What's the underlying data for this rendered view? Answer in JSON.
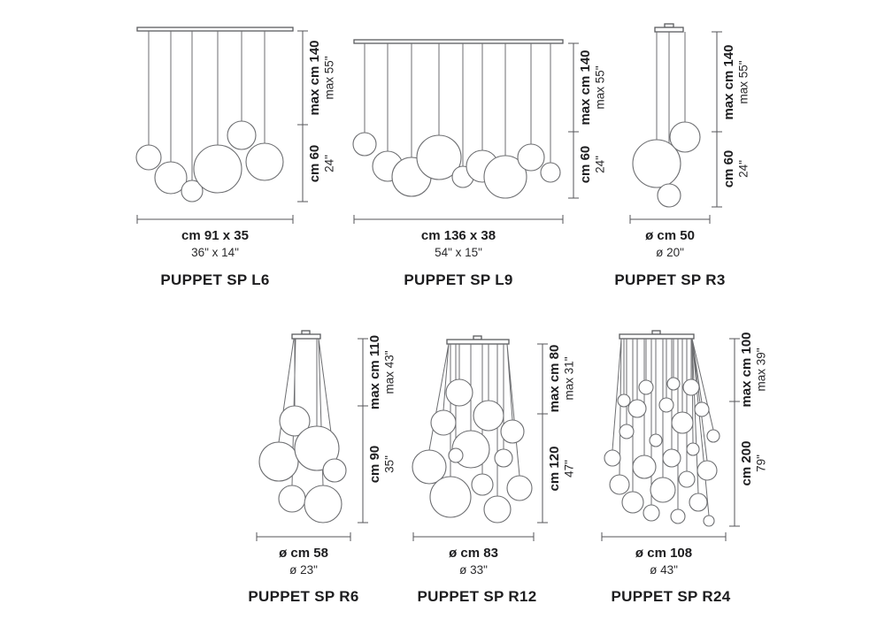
{
  "sheet": {
    "background": "#ffffff",
    "line_color": "#6d6e71",
    "text_color": "#1d1d1f"
  },
  "lamps": [
    {
      "id": "puppet-sp-l6",
      "title": "PUPPET SP L6",
      "height_total_cm": "max cm 140",
      "height_total_in": "max 55\"",
      "height_cluster_cm": "cm 60",
      "height_cluster_in": "24\"",
      "width_cm": "cm 91 x 35",
      "width_in": "36\" x 14\""
    },
    {
      "id": "puppet-sp-l9",
      "title": "PUPPET SP L9",
      "height_total_cm": "max cm 140",
      "height_total_in": "max 55\"",
      "height_cluster_cm": "cm 60",
      "height_cluster_in": "24\"",
      "width_cm": "cm 136 x 38",
      "width_in": "54\" x 15\""
    },
    {
      "id": "puppet-sp-r3",
      "title": "PUPPET SP R3",
      "height_total_cm": "max cm 140",
      "height_total_in": "max 55\"",
      "height_cluster_cm": "cm 60",
      "height_cluster_in": "24\"",
      "width_cm": "ø cm 50",
      "width_in": "ø 20\""
    },
    {
      "id": "puppet-sp-r6",
      "title": "PUPPET SP R6",
      "height_total_cm": "max cm 110",
      "height_total_in": "max 43\"",
      "height_cluster_cm": "cm 90",
      "height_cluster_in": "35\"",
      "width_cm": "ø cm 58",
      "width_in": "ø 23\""
    },
    {
      "id": "puppet-sp-r12",
      "title": "PUPPET SP R12",
      "height_total_cm": "max cm 80",
      "height_total_in": "max 31\"",
      "height_cluster_cm": "cm 120",
      "height_cluster_in": "47\"",
      "width_cm": "ø cm 83",
      "width_in": "ø 33\""
    },
    {
      "id": "puppet-sp-r24",
      "title": "PUPPET SP R24",
      "height_total_cm": "max cm 100",
      "height_total_in": "max 39\"",
      "height_cluster_cm": "cm 200",
      "height_cluster_in": "79\"",
      "width_cm": "ø cm 108",
      "width_in": "ø 43\""
    }
  ]
}
